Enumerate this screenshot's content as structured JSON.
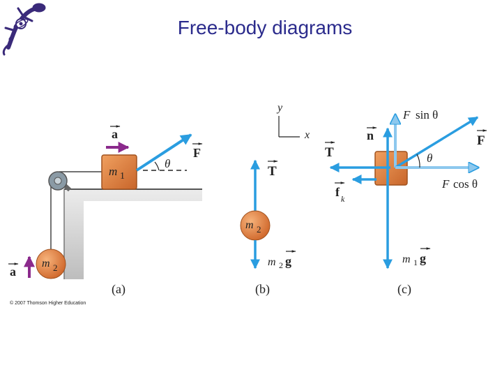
{
  "slide": {
    "title": "Free-body diagrams"
  },
  "panel_a": {
    "caption": "(a)",
    "accel_label": "a",
    "block_m": "m",
    "block_sub": "1",
    "force_label": "F",
    "angle_label": "θ",
    "ball_m": "m",
    "ball_sub": "2",
    "ball_accel_label": "a"
  },
  "panel_b": {
    "caption": "(b)",
    "tension_label": "T",
    "ball_m": "m",
    "ball_sub": "2",
    "weight_m": "m",
    "weight_sub": "2",
    "weight_g": "g"
  },
  "panel_c": {
    "caption": "(c)",
    "axis_y": "y",
    "axis_x": "x",
    "normal_label": "n",
    "force_label": "F",
    "fsin_F": "F",
    "fsin_rest": "sin θ",
    "fcos_F": "F",
    "fcos_rest": "cos θ",
    "tension_label": "T",
    "friction_f": "f",
    "friction_sub": "k",
    "angle_label": "θ",
    "weight_m": "m",
    "weight_sub": "1",
    "weight_g": "g"
  },
  "copyright": "© 2007 Thomson Higher Education",
  "colors": {
    "title": "#2b2b8c",
    "arrow_blue": "#2a9de0",
    "arrow_light": "#8dc8ee",
    "block_orange": "#d9773a",
    "accel_purple": "#8b2a8c",
    "logo_purple": "#3a2a7a"
  }
}
